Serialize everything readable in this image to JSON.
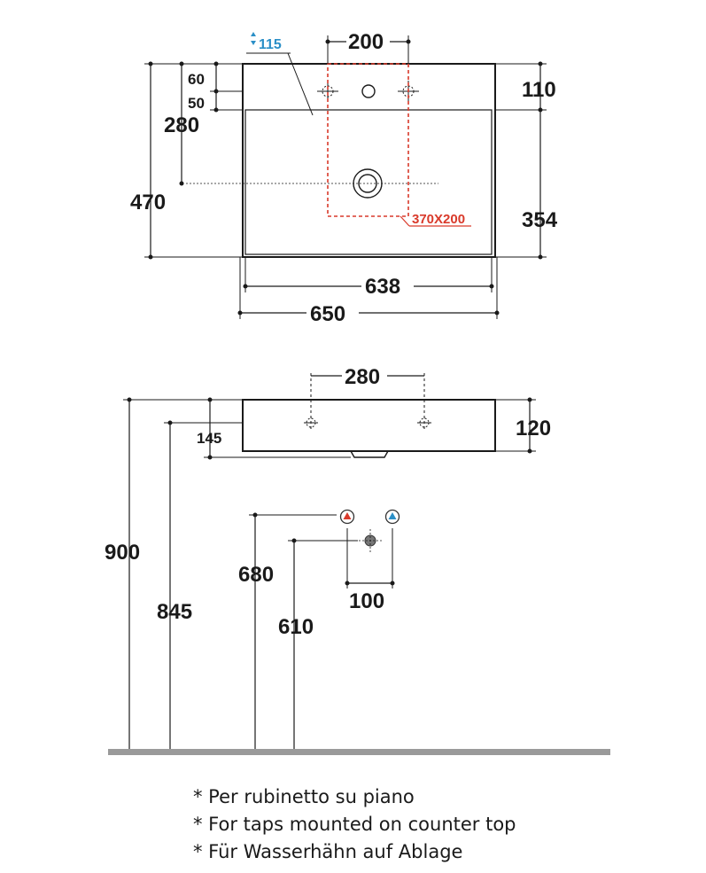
{
  "top_view": {
    "depth_total": "470",
    "depth_inner": "280",
    "hole_60": "60",
    "hole_50": "50",
    "tap_height": "115",
    "tap_spacing": "200",
    "back_margin": "110",
    "bowl_depth": "354",
    "inner_width": "638",
    "total_width": "650",
    "tap_area": "370X200"
  },
  "side_view": {
    "tap_spacing": "280",
    "thickness": "120",
    "drain_offset": "145",
    "height_900": "900",
    "height_845": "845",
    "height_680": "680",
    "height_610": "610",
    "valve_spacing": "100"
  },
  "notes": [
    "* Per rubinetto su piano",
    "* For taps mounted on counter top",
    "* Für Wasserhähn auf Ablage"
  ],
  "colors": {
    "line": "#1a1a1a",
    "hot": "#d93a2b",
    "cold": "#2b8fc7",
    "floor": "#9a9a9a"
  }
}
